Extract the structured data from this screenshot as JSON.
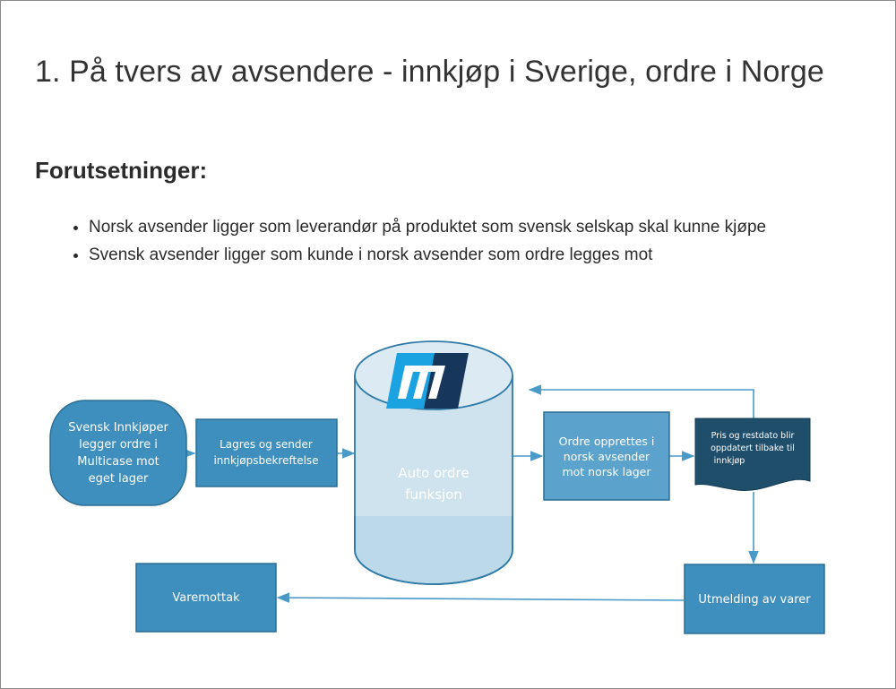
{
  "header": {
    "title": "1. På tvers av avsendere - innkjøp i Sverige, ordre i Norge"
  },
  "prerequisites": {
    "heading": "Forutsetninger:",
    "items": [
      "Norsk avsender ligger som leverandør på produktet som svensk selskap skal kunne kjøpe",
      "Svensk avsender ligger som kunde i norsk avsender som ordre legges mot"
    ]
  },
  "diagram": {
    "nodes": {
      "buyer": [
        "Svensk Innkjøper",
        "legger ordre i",
        "Multicase mot",
        "eget lager"
      ],
      "saved": [
        "Lagres og sender",
        "innkjøpsbekreftelse"
      ],
      "auto": [
        "Auto ordre",
        "funksjon"
      ],
      "order": [
        "Ordre opprettes  i",
        "norsk avsender",
        "mot norsk lager"
      ],
      "price": [
        "Pris og restdato blir",
        "oppdatert tilbake til",
        "innkjøp"
      ],
      "receive": [
        "Varemottak"
      ],
      "dispatch": [
        "Utmelding av varer"
      ]
    },
    "colors": {
      "box_fill": "#3e8fbd",
      "box_stroke": "#2b6d93",
      "light_box": "#5ba3cd",
      "document": "#1f4e6b",
      "cylinder_fill": "#cfe3ef",
      "cylinder_stroke": "#2f7aa6",
      "arrow": "#4a9ac8",
      "logo_light": "#1aa3e0",
      "logo_dark": "#17365b"
    }
  }
}
